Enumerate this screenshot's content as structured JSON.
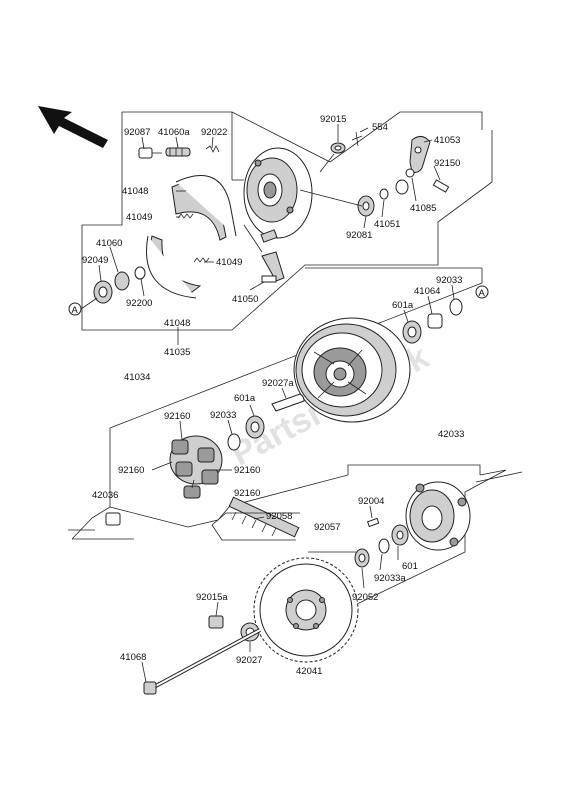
{
  "watermark": "Partsrepublik",
  "markers": {
    "a": "A"
  },
  "parts": {
    "p92087": "92087",
    "p41060a": "41060a",
    "p92022": "92022",
    "p92015": "92015",
    "p554": "554",
    "p41053": "41053",
    "p41048a": "41048",
    "p41049a": "41049",
    "p41060": "41060",
    "p92049": "92049",
    "p92200": "92200",
    "p41049b": "41049",
    "p41050": "41050",
    "p92081": "92081",
    "p41051": "41051",
    "p41085": "41085",
    "p92150": "92150",
    "p41048b": "41048",
    "p41035": "41035",
    "p92033a": "92033",
    "p601a_a": "601a",
    "p41064": "41064",
    "p41034": "41034",
    "p92027a": "92027a",
    "p601a_b": "601a",
    "p92160a": "92160",
    "p92033b": "92033",
    "p92160b": "92160",
    "p92160c": "92160",
    "p92160d": "92160",
    "p42036": "42036",
    "p42033": "42033",
    "p92004": "92004",
    "p92058": "92058",
    "p92057": "92057",
    "p601": "601",
    "p92033c": "92033a",
    "p92052": "92052",
    "p92015a": "92015a",
    "p92027": "92027",
    "p41068": "41068",
    "p42041": "42041"
  }
}
